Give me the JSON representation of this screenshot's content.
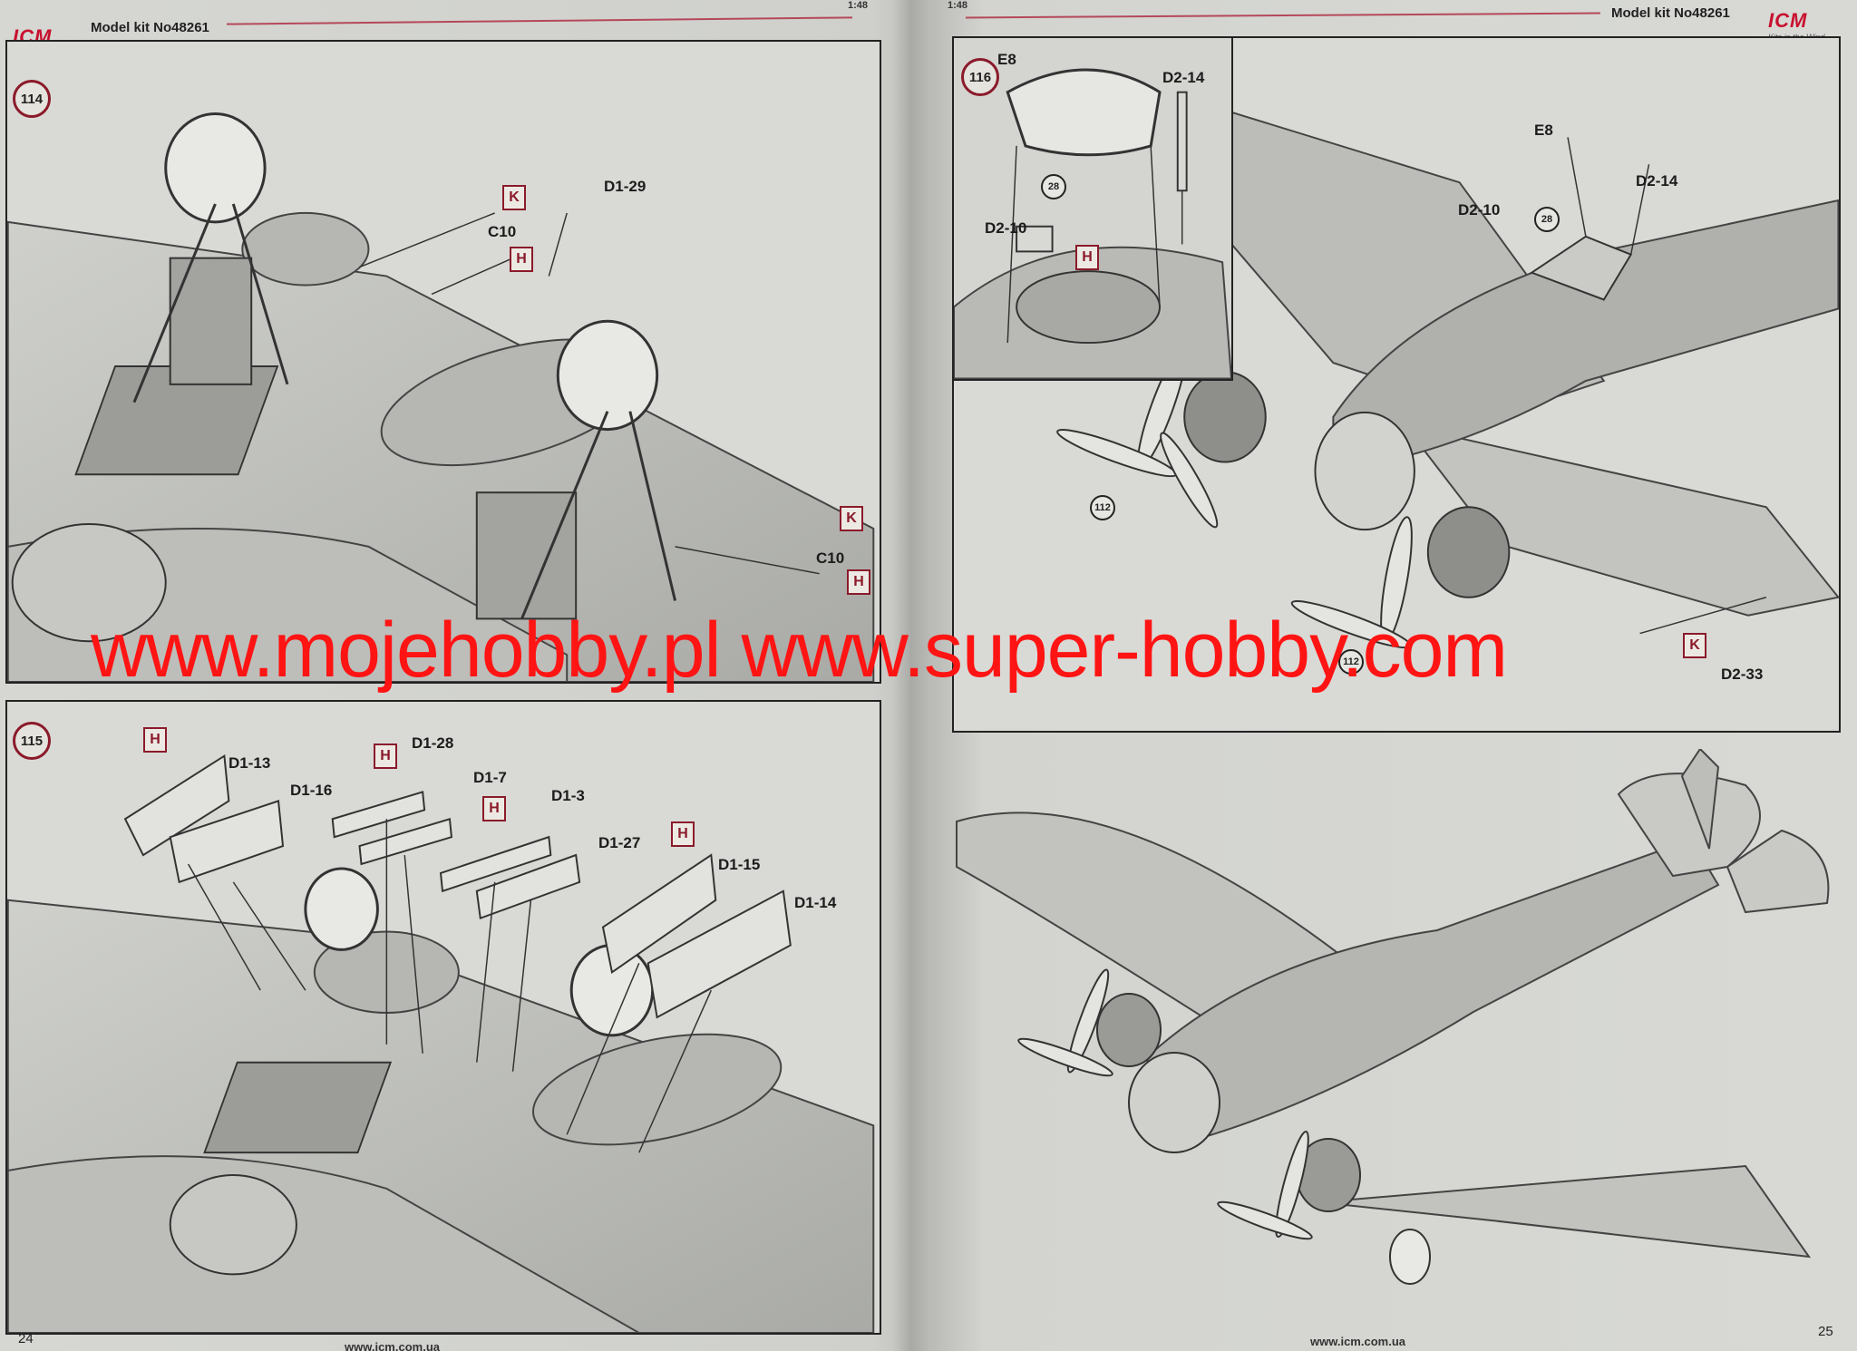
{
  "header": {
    "brand": "ICM",
    "brand_tagline": "Kits in the Wind",
    "kit_label": "Model kit No48261",
    "scale": "1:48"
  },
  "left_page": {
    "page_number": "24",
    "footer_url": "www.icm.com.ua",
    "step_114": {
      "number": "114",
      "labels": [
        "D1-29",
        "C10",
        "C10"
      ],
      "markers": [
        "K",
        "H",
        "K",
        "H"
      ]
    },
    "step_115": {
      "number": "115",
      "labels": [
        "D1-13",
        "D1-16",
        "D1-28",
        "D1-7",
        "D1-3",
        "D1-27",
        "D1-15",
        "D1-14"
      ],
      "markers": [
        "H",
        "H",
        "H",
        "H"
      ]
    }
  },
  "right_page": {
    "page_number": "25",
    "footer_url": "www.icm.com.ua",
    "step_116": {
      "number": "116",
      "inset_labels": [
        "E8",
        "D2-14",
        "D2-10"
      ],
      "inset_refs": [
        "28"
      ],
      "inset_markers": [
        "H"
      ],
      "main_labels": [
        "E8",
        "D2-14",
        "D2-10",
        "D2-33"
      ],
      "main_refs": [
        "28",
        "112",
        "112"
      ],
      "main_markers": [
        "K"
      ]
    }
  },
  "watermark": "www.mojehobby.pl www.super-hobby.com",
  "colors": {
    "marker_red": "#8b1a2a",
    "watermark_red": "#ff1414",
    "brand_red": "#c8102e"
  }
}
